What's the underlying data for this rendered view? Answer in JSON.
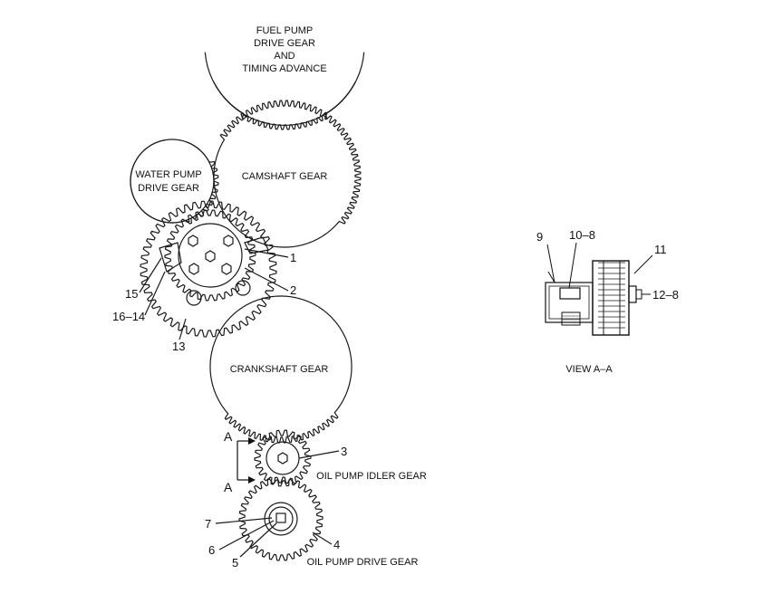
{
  "gears": {
    "fuel_pump": [
      "FUEL PUMP",
      "DRIVE GEAR",
      "AND",
      "TIMING ADVANCE"
    ],
    "water_pump": [
      "WATER PUMP",
      "DRIVE GEAR"
    ],
    "camshaft": "CAMSHAFT GEAR",
    "crankshaft": "CRANKSHAFT GEAR",
    "oil_pump_idler": "OIL PUMP IDLER GEAR",
    "oil_pump_drive": "OIL PUMP DRIVE GEAR"
  },
  "callouts": {
    "c1": "1",
    "c2": "2",
    "c3": "3",
    "c4": "4",
    "c5": "5",
    "c6": "6",
    "c7": "7",
    "c9": "9",
    "c10_8": "10–8",
    "c11": "11",
    "c12_8": "12–8",
    "c13": "13",
    "c15": "15",
    "c16_14": "16–14"
  },
  "section": {
    "marker_top": "A",
    "marker_bottom": "A",
    "view_label": "VIEW A–A"
  }
}
